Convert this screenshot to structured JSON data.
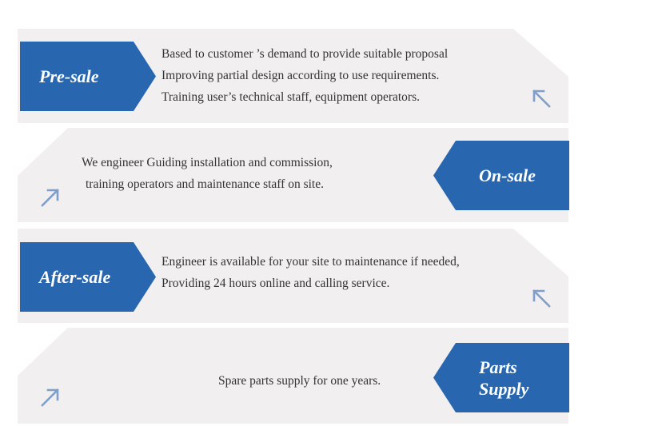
{
  "colors": {
    "accent": "#2867b0",
    "panel_bg": "#f1eff0",
    "text": "#333333",
    "arrow": "#7f9fca"
  },
  "sections": [
    {
      "title": "Pre-sale",
      "lines": [
        "Based to customer ’s demand to provide suitable proposal",
        "Improving partial design according to use requirements.",
        "Training user’s technical staff, equipment operators."
      ],
      "icon": "arrow-up-left-icon"
    },
    {
      "title": "On-sale",
      "lines": [
        "We engineer Guiding installation and commission,",
        "training operators and maintenance staff on site."
      ],
      "icon": "arrow-up-right-icon"
    },
    {
      "title": "After-sale",
      "lines": [
        "Engineer is available for your site to maintenance if needed,",
        "Providing 24 hours online and calling service."
      ],
      "icon": "arrow-up-left-icon"
    },
    {
      "title_lines": [
        "Parts",
        "Supply"
      ],
      "lines": [
        "Spare parts supply for one years."
      ],
      "icon": "arrow-up-right-icon"
    }
  ]
}
